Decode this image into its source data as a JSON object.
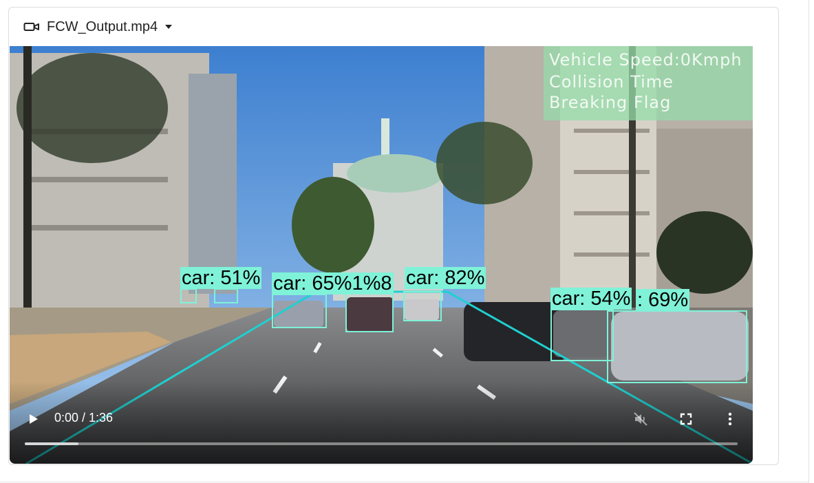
{
  "file": {
    "name": "FCW_Output.mp4",
    "icon": "video-camera-icon"
  },
  "video": {
    "overlay_lines": [
      "Vehicle Speed:0Kmph",
      "Collision Time",
      "Breaking Flag"
    ],
    "detections": [
      {
        "label": "car: 51%"
      },
      {
        "label": "car: 65%1%8"
      },
      {
        "label": "car: 82%"
      },
      {
        "label": "car: 54%"
      },
      {
        "label": ": 69%"
      }
    ]
  },
  "controls": {
    "time": "0:00 / 1:36",
    "progress_buffered": 0.075,
    "muted": true,
    "icons": [
      "play-icon",
      "mute-icon",
      "fullscreen-icon",
      "more-vert-icon"
    ]
  },
  "colors": {
    "detection": "#7ff2d8",
    "lane": "#1fd0d0"
  }
}
